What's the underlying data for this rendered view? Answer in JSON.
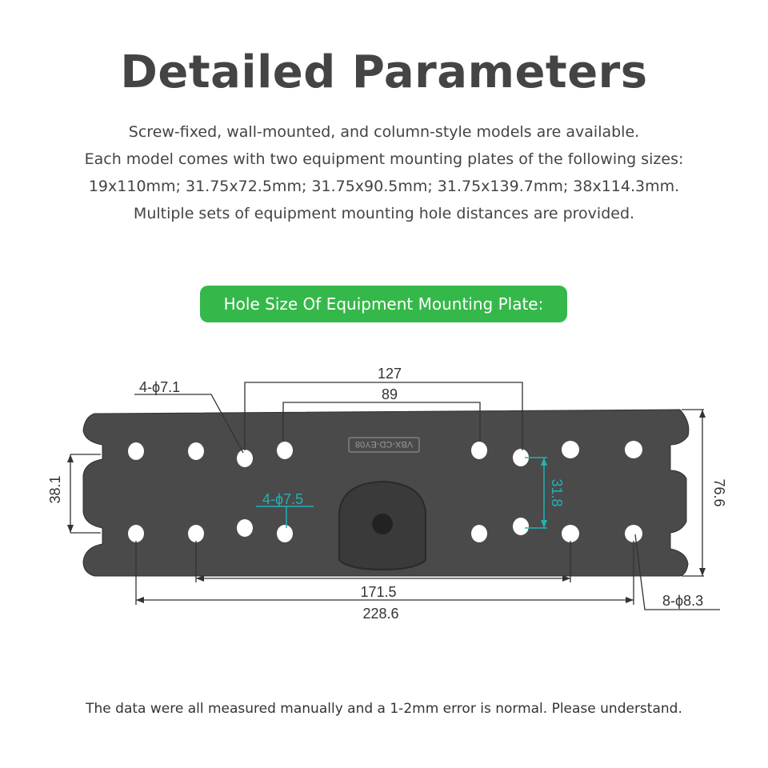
{
  "header": {
    "title": "Detailed Parameters",
    "description_lines": [
      "Screw-fixed, wall-mounted, and column-style models are available.",
      "Each model comes with two equipment mounting plates of the following sizes:",
      "19x110mm; 31.75x72.5mm; 31.75x90.5mm; 31.75x139.7mm; 38x114.3mm.",
      "Multiple sets of equipment mounting hole distances are provided."
    ]
  },
  "banner": {
    "label": "Hole Size Of Equipment Mounting Plate:"
  },
  "diagram": {
    "plate_marking": "VBX-CD-EY08",
    "dims": {
      "d127": "127",
      "d89": "89",
      "hole71": "4-ϕ7.1",
      "hole75": "4-ϕ7.5",
      "d381": "38.1",
      "d318": "31.8",
      "d766": "76.6",
      "d1715": "171.5",
      "d2286": "228.6",
      "hole83": "8-ϕ8.3"
    },
    "colors": {
      "plate": "#4a4a4a",
      "accent": "#20b2b8",
      "line": "#333333"
    }
  },
  "footer": {
    "note": "The data were all measured manually and a 1-2mm error is normal. Please understand."
  }
}
